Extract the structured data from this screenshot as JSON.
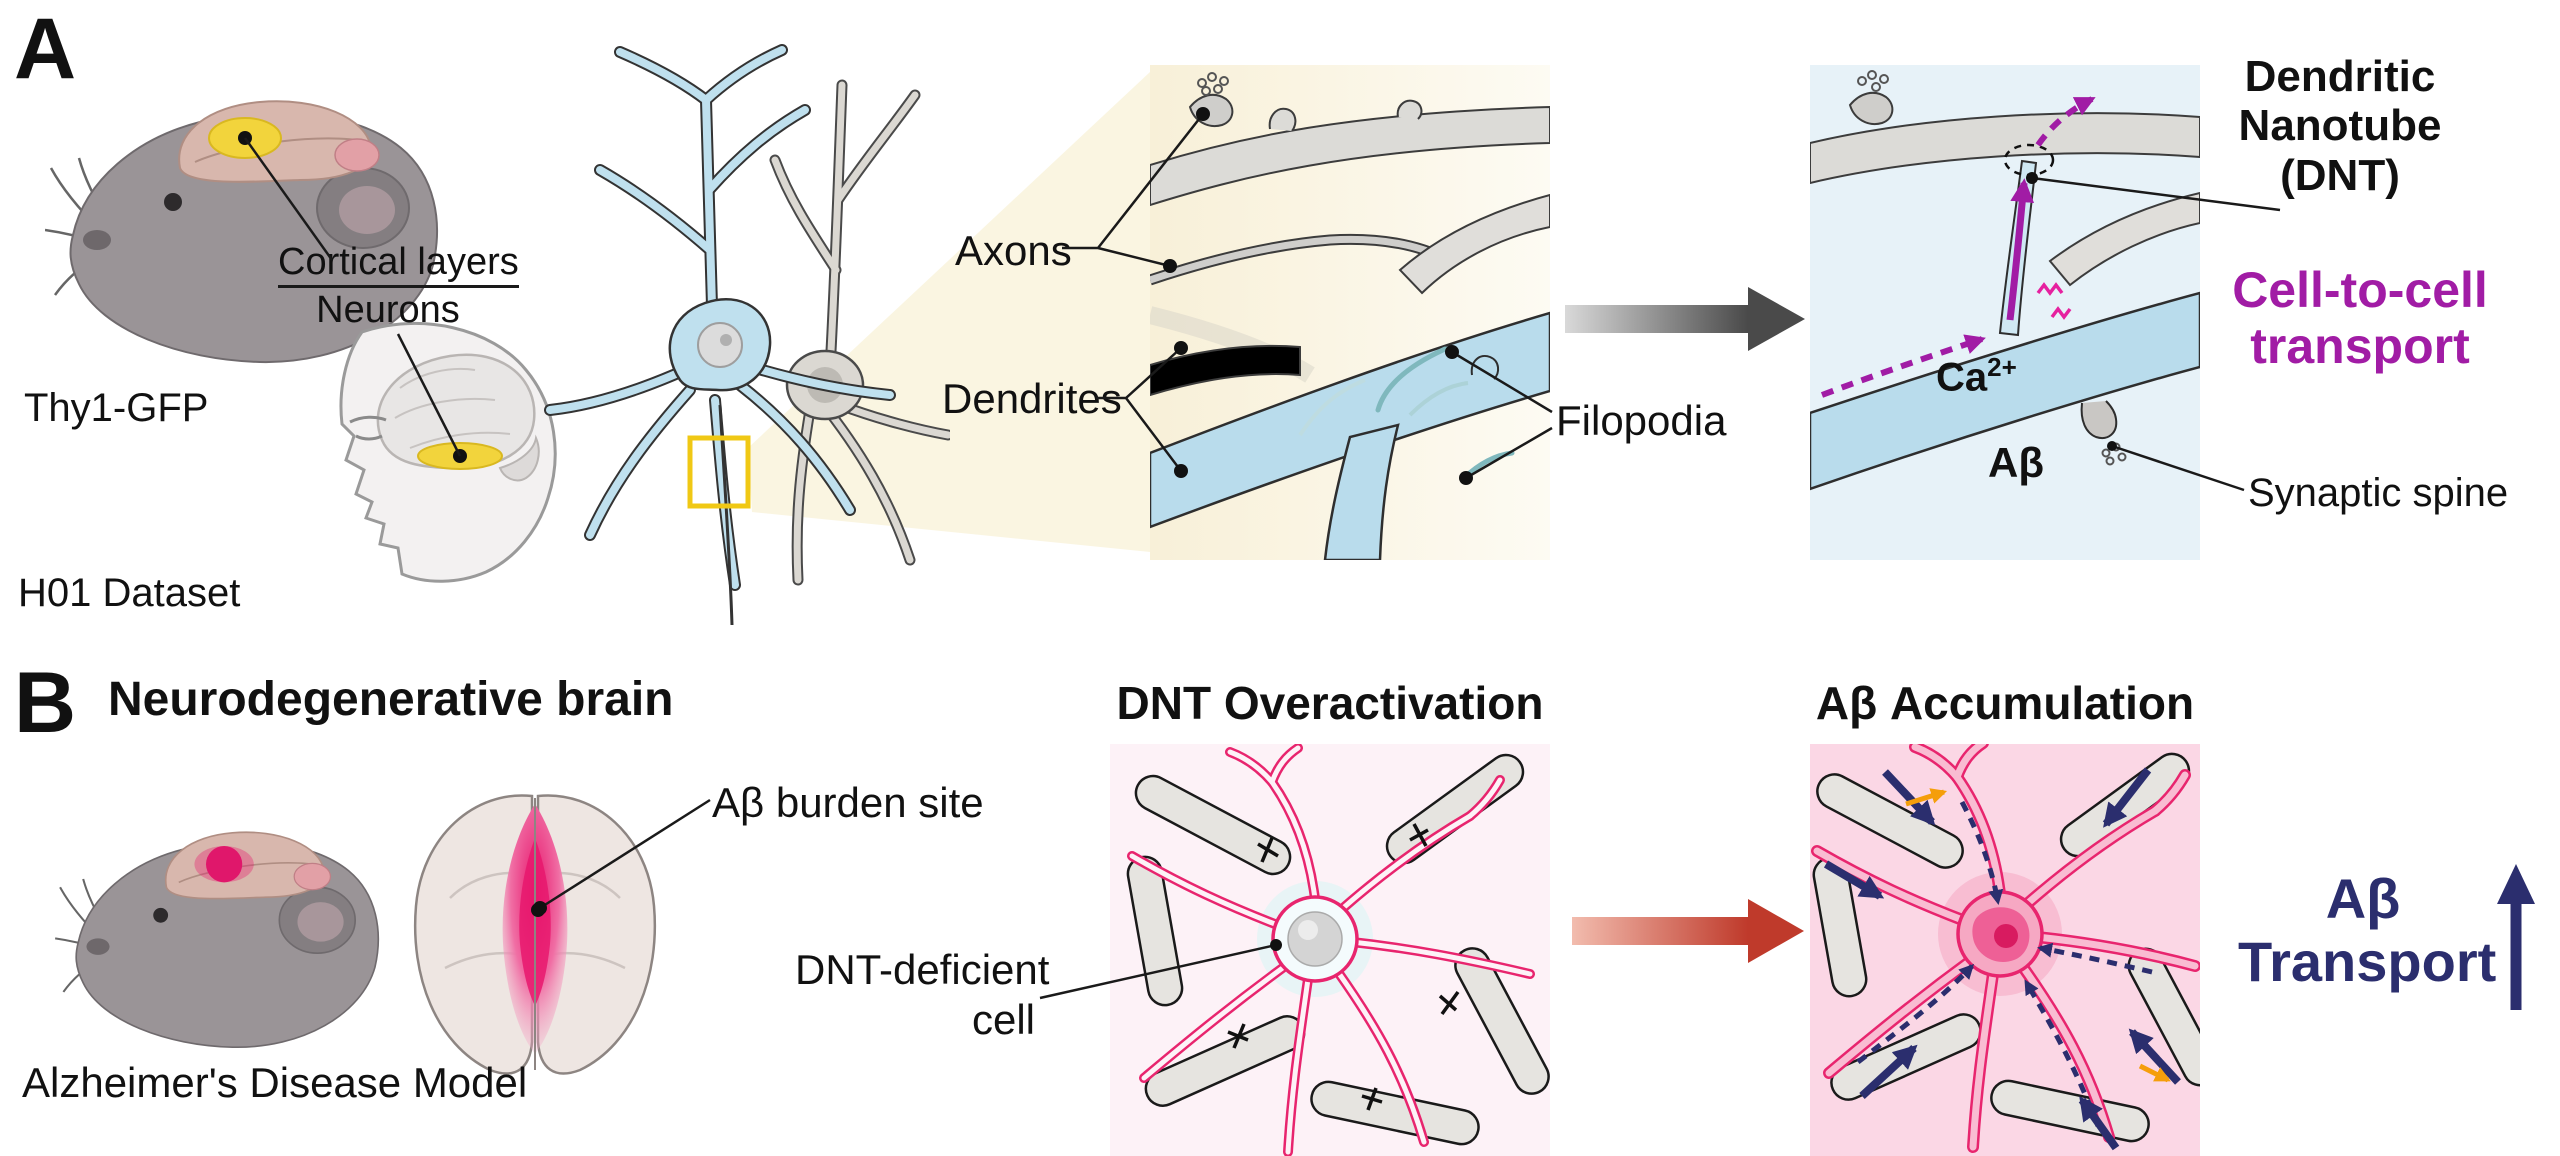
{
  "panel_a": {
    "letter": "A",
    "mouse_caption": "Thy1-GFP",
    "human_caption": "H01 Dataset",
    "cortical_line1": "Cortical layers",
    "cortical_line2": "Neurons",
    "axons": "Axons",
    "dendrites": "Dendrites",
    "filopodia": "Filopodia",
    "dnt_line1": "Dendritic",
    "dnt_line2": "Nanotube",
    "dnt_line3": "(DNT)",
    "cell_to_cell_line1": "Cell-to-cell",
    "cell_to_cell_line2": "transport",
    "calcium_base": "Ca",
    "calcium_sup": "2+",
    "abeta": "Aβ",
    "synaptic_spine": "Synaptic spine"
  },
  "panel_b": {
    "letter": "B",
    "title": "Neurodegenerative brain",
    "abeta_burden_site": "Aβ burden site",
    "dnt_deficient_line1": "DNT-deficient",
    "dnt_deficient_line2": "cell",
    "model_caption": "Alzheimer's Disease Model",
    "overactivation_title": "DNT Overactivation",
    "accumulation_title": "Aβ Accumulation",
    "transport_line1": "Aβ",
    "transport_line2": "Transport"
  },
  "colors": {
    "purple_accent": "#a11ca5",
    "magenta_neuron": "#e8256e",
    "navy_arrow": "#2b2e6e",
    "orange_arrow": "#f59e0b",
    "yellow_highlight": "#f2d43c",
    "blue_neuron": "#bfe0ee",
    "gray_neuron": "#dbd8d2",
    "pink_burden": "#e7176d",
    "zoom_panel_bg": "#f8f0d8",
    "dnt_panel_bg": "#e7f2f8",
    "overactivation_panel_bg": "#fdf2f7",
    "accumulation_panel_bg": "#fbd7e5"
  }
}
